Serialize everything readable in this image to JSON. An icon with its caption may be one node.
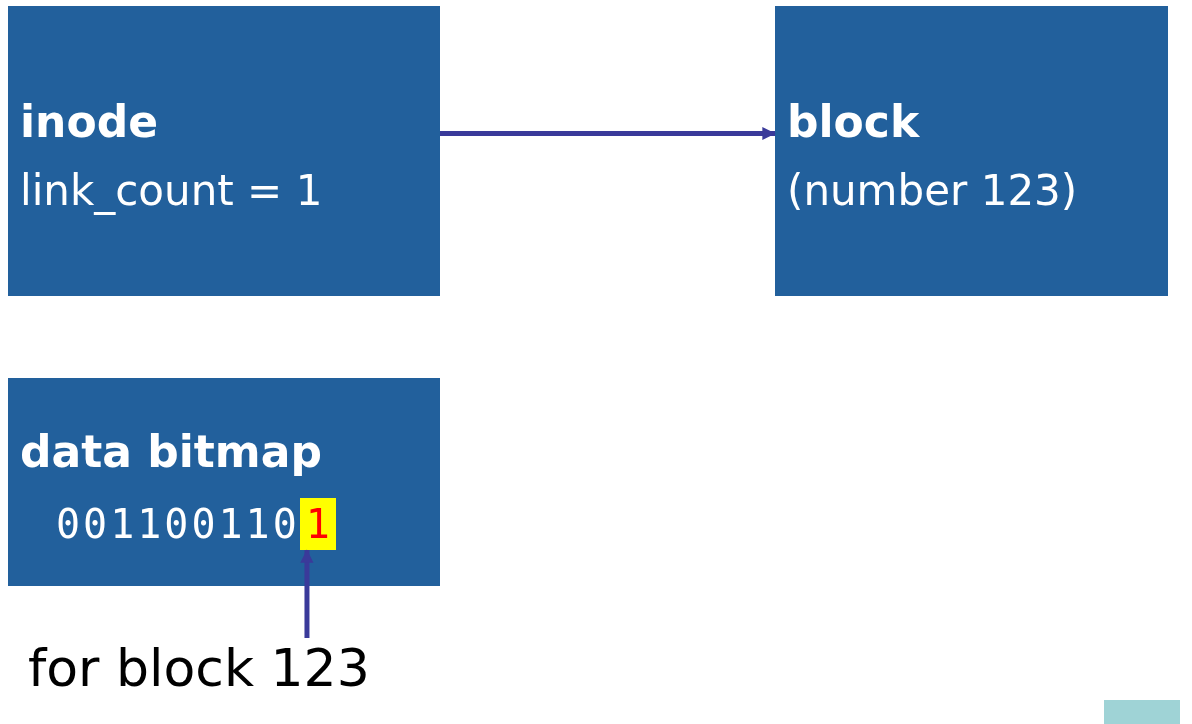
{
  "diagram": {
    "nodes": [
      {
        "text": [
          "inode",
          "link_count = 1"
        ]
      },
      {
        "text": [
          "block",
          "(number 123)"
        ]
      },
      {
        "text": [
          "data bitmap",
          "001100110"
        ]
      },
      {
        "text": [
          "1"
        ],
        "in": 2
      },
      {
        "text": [
          "for block 123"
        ]
      }
    ],
    "edges": [
      {
        "from": 0,
        "to": 1,
        "arrow": "to"
      },
      {
        "from": 4,
        "to": 3,
        "arrow": "to"
      }
    ]
  }
}
